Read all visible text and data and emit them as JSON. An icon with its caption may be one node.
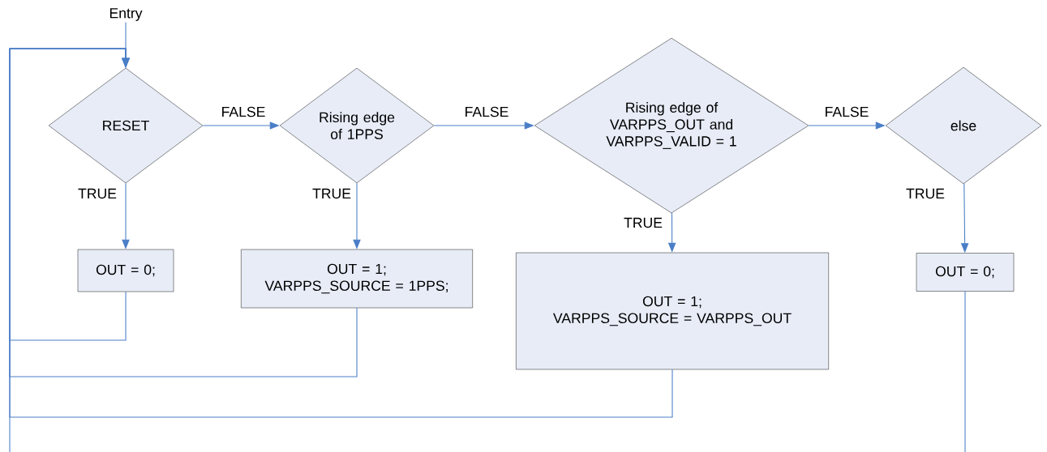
{
  "diagram": {
    "nodes": [
      {
        "text": [
          "Entry"
        ]
      },
      {
        "text": [
          "RESET"
        ]
      },
      {
        "text": [
          "Rising edge of 1PPS"
        ]
      },
      {
        "text": [
          "Rising edge of VARPPS_OUT and VARPPS_VALID = 1"
        ]
      },
      {
        "text": [
          "else"
        ]
      },
      {
        "text": [
          "OUT = 0;"
        ]
      },
      {
        "text": [
          "OUT = 1;",
          "VARPPS_SOURCE = 1PPS;"
        ]
      },
      {
        "text": [
          "OUT = 1;",
          "VARPPS_SOURCE = VARPPS_OUT"
        ]
      },
      {
        "text": [
          "OUT = 0;"
        ]
      }
    ],
    "edges": [
      {
        "from": 0,
        "to": 1,
        "arrow": "to"
      },
      {
        "from": 1,
        "to": 2,
        "arrow": "to",
        "label": "FALSE"
      },
      {
        "from": 2,
        "to": 3,
        "arrow": "to",
        "label": "FALSE"
      },
      {
        "from": 3,
        "to": 4,
        "arrow": "to",
        "label": "FALSE"
      },
      {
        "from": 1,
        "to": 5,
        "arrow": "to",
        "label": "TRUE"
      },
      {
        "from": 2,
        "to": 6,
        "arrow": "to",
        "label": "TRUE"
      },
      {
        "from": 3,
        "to": 7,
        "arrow": "to",
        "label": "TRUE"
      },
      {
        "from": 4,
        "to": 8,
        "arrow": "to",
        "label": "TRUE"
      },
      {
        "from": 5,
        "to": 1,
        "arrow": "to"
      },
      {
        "from": 6,
        "to": 1,
        "arrow": "to"
      },
      {
        "from": 7,
        "to": 1,
        "arrow": "to"
      },
      {
        "from": 8,
        "to": 1,
        "arrow": "to"
      }
    ]
  }
}
